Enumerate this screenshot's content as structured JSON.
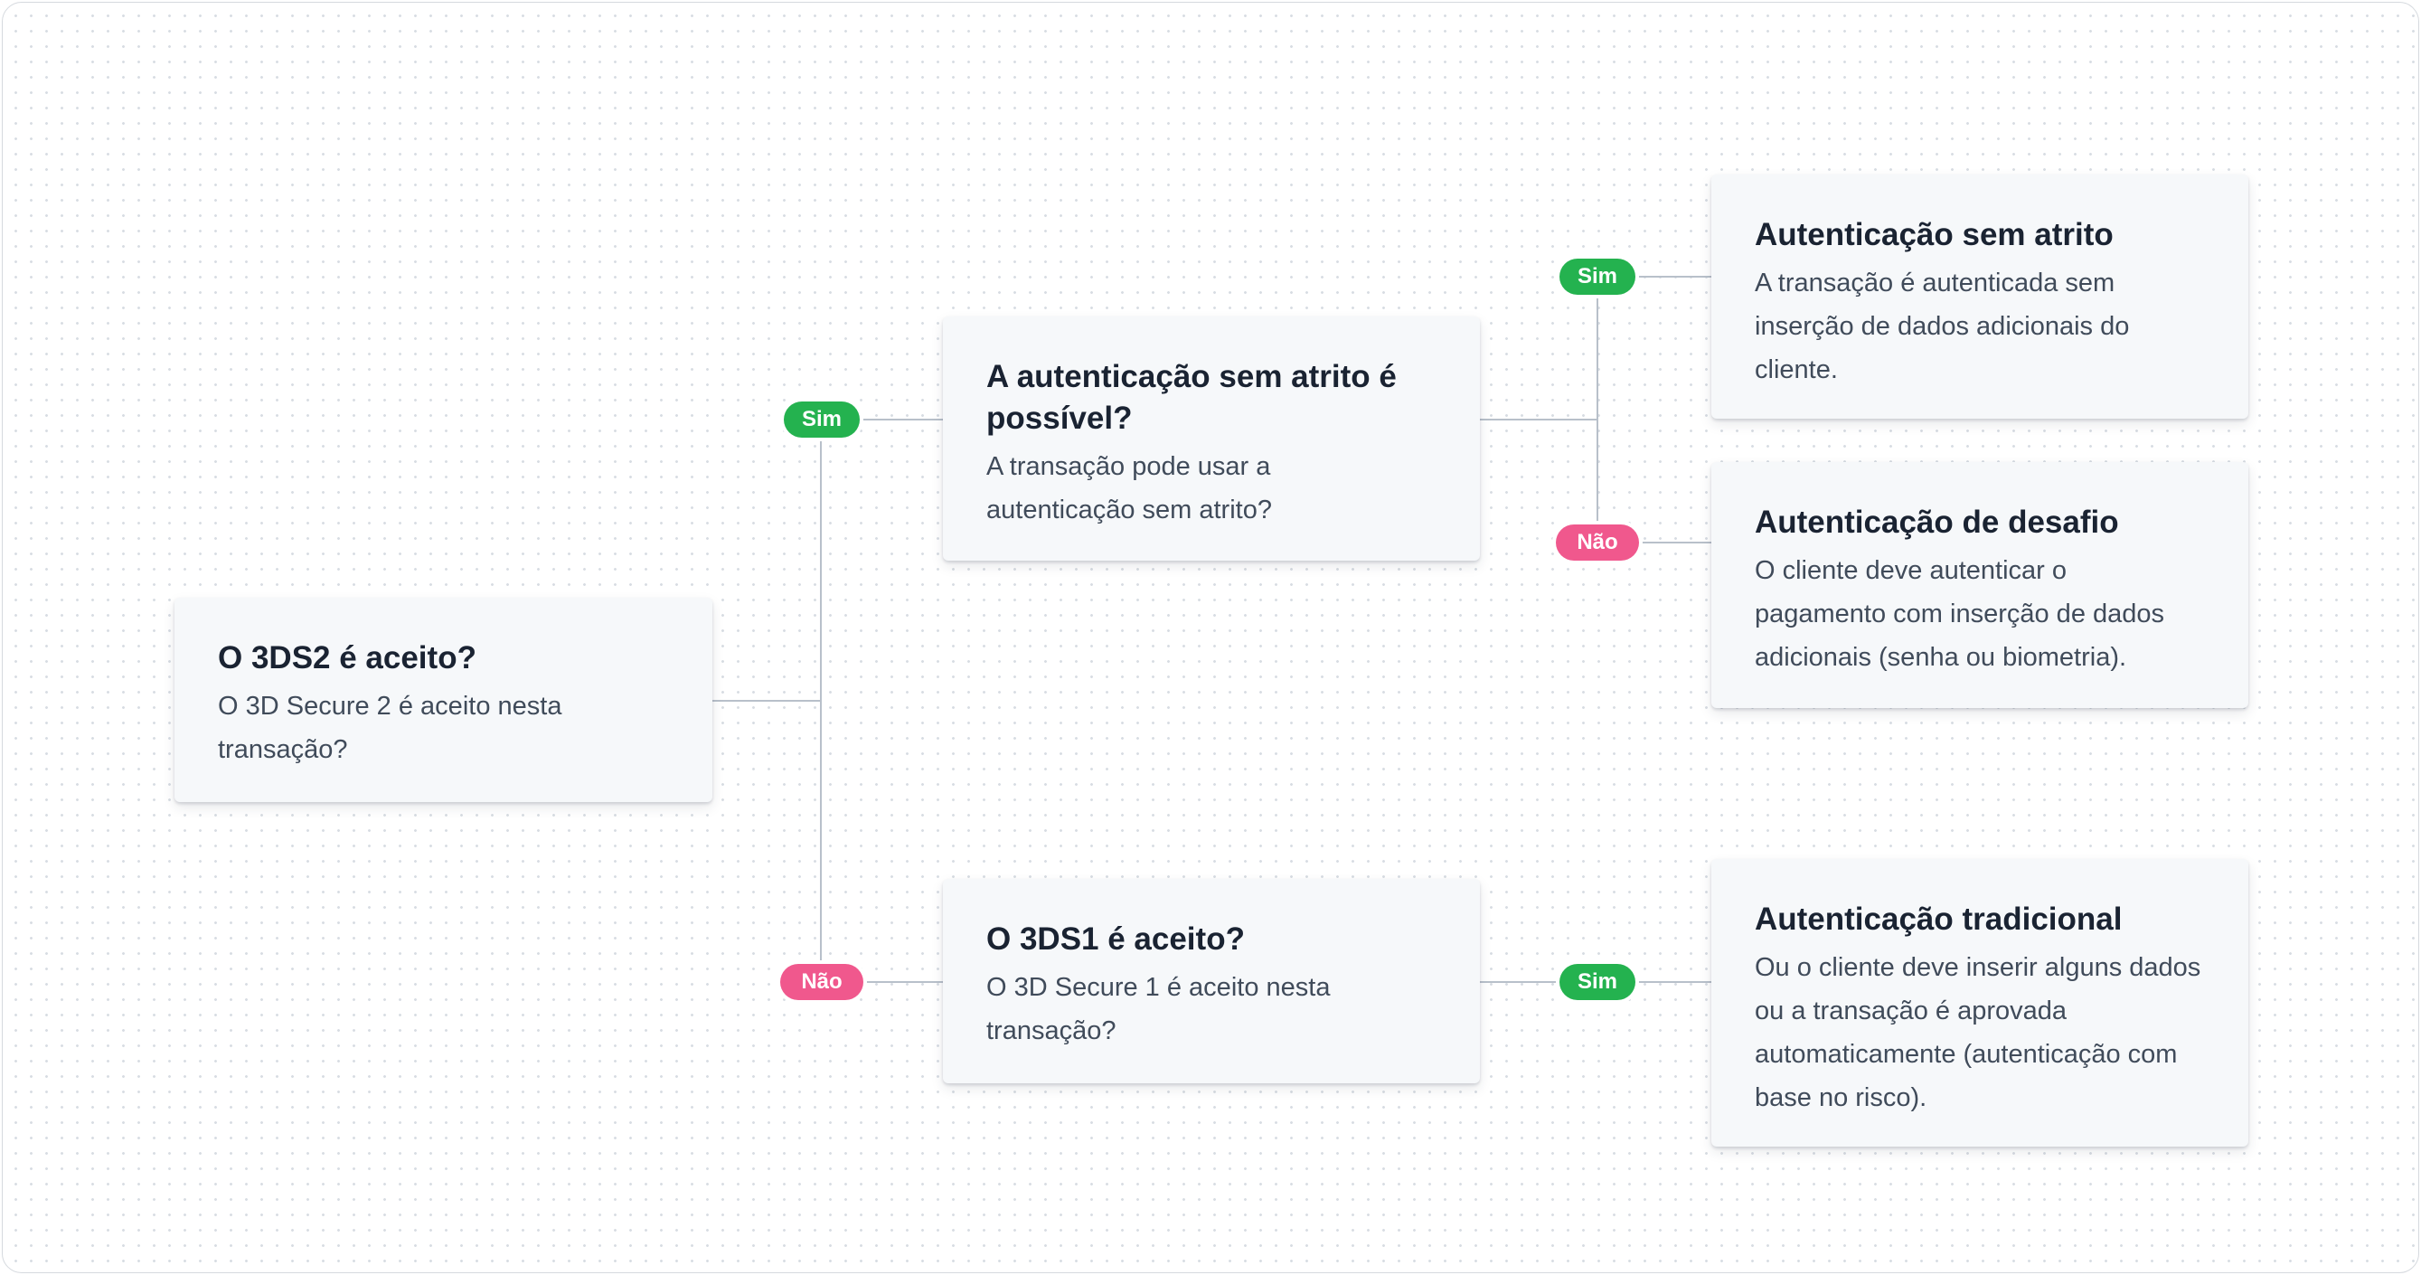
{
  "colors": {
    "yes": "#24b24f",
    "no": "#f0588d",
    "connector": "#b8c0ca",
    "card_background": "#f6f8fa",
    "title_text": "#1a2332",
    "body_text": "#404b5a"
  },
  "nodes": {
    "q_3ds2": {
      "title": "O 3DS2 é aceito?",
      "text": "O 3D Secure 2 é aceito nesta transação?"
    },
    "q_frictionless": {
      "title": "A autenticação sem atrito é possível?",
      "text": "A transação pode usar a autenticação sem atrito?"
    },
    "q_3ds1": {
      "title": "O 3DS1 é aceito?",
      "text": "O 3D Secure 1 é aceito nesta transação?"
    },
    "r_frictionless": {
      "title": "Autenticação sem atrito",
      "text": "A transação é autenticada sem inserção de dados adicionais do cliente."
    },
    "r_challenge": {
      "title": "Autenticação de desafio",
      "text": "O cliente deve autenticar o pagamento com inserção de dados adicionais (senha ou biometria)."
    },
    "r_traditional": {
      "title": "Autenticação tradicional",
      "text": "Ou o cliente deve inserir alguns dados ou a transação é aprovada automaticamente (autenticação com base no risco)."
    }
  },
  "edges": [
    {
      "from": "q_3ds2",
      "to": "q_frictionless",
      "label": "Sim",
      "kind": "yes"
    },
    {
      "from": "q_3ds2",
      "to": "q_3ds1",
      "label": "Não",
      "kind": "no"
    },
    {
      "from": "q_frictionless",
      "to": "r_frictionless",
      "label": "Sim",
      "kind": "yes"
    },
    {
      "from": "q_frictionless",
      "to": "r_challenge",
      "label": "Não",
      "kind": "no"
    },
    {
      "from": "q_3ds1",
      "to": "r_traditional",
      "label": "Sim",
      "kind": "yes"
    }
  ]
}
